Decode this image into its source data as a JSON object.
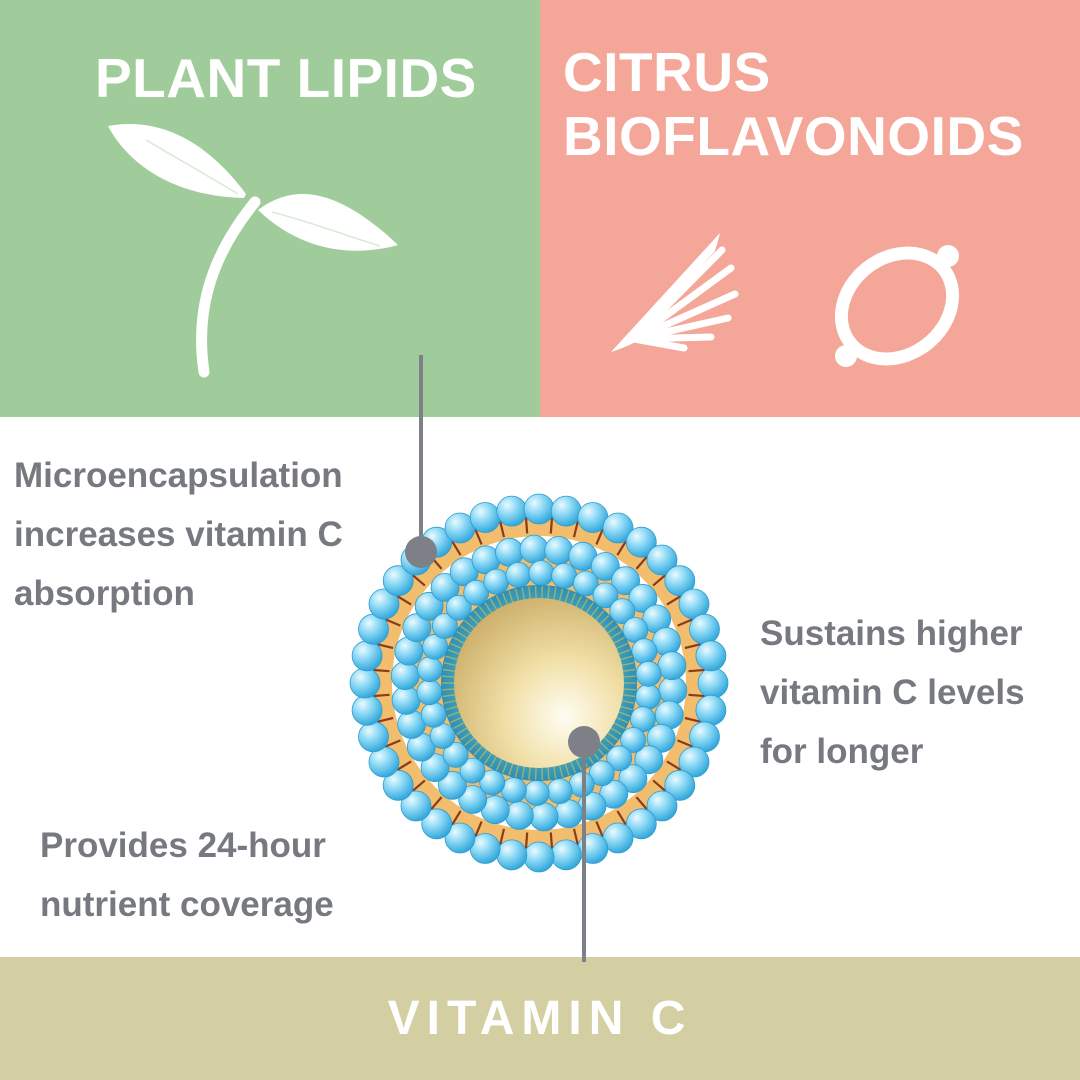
{
  "colors": {
    "plant_panel": "#9fcc9a",
    "citrus_panel": "#f4a698",
    "vitamin_panel": "#d3cfa2",
    "caption_text": "#76797f",
    "leader_line": "#7d8187",
    "bead": "#5cc6ee",
    "lipid_layer": "#f2bd6c",
    "core": "#ecd99a"
  },
  "headings": {
    "plant_lipids": "PLANT LIPIDS",
    "citrus": "CITRUS\nBIOFLAVONOIDS",
    "vitamin_c": "VITAMIN C"
  },
  "captions": {
    "microencapsulation": "Microencapsulation\nincreases vitamin C\nabsorption",
    "sustains": "Sustains higher\nvitamin C levels\nfor longer",
    "coverage": "Provides 24-hour\nnutrient coverage"
  },
  "icons": {
    "plant": "sprout-icon",
    "citrus_slice": "orange-slice-icon",
    "lemon": "lemon-icon",
    "liposome": "liposome-diagram"
  }
}
